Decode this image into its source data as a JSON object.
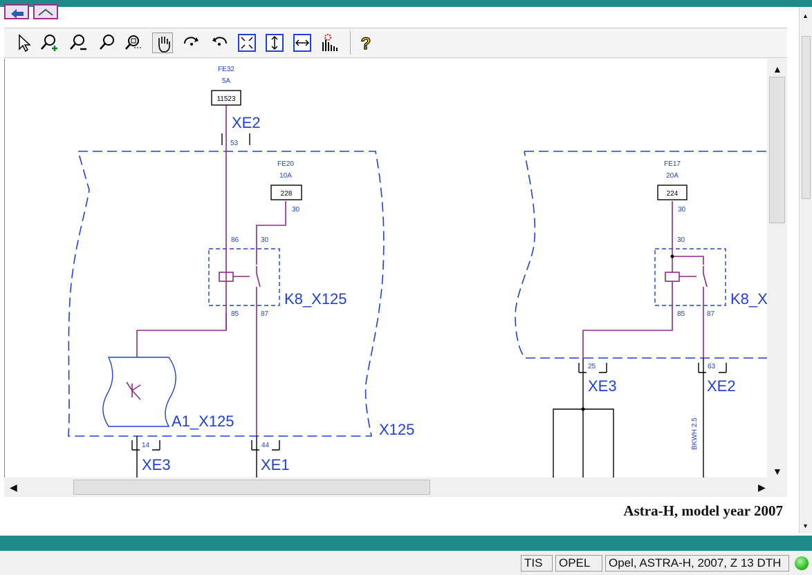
{
  "window": {
    "nav_back_icon": "back-arrow-icon",
    "nav_forward_icon": "forward-icon"
  },
  "toolbar": {
    "tools": [
      {
        "name": "select-pointer-icon"
      },
      {
        "name": "zoom-in-icon"
      },
      {
        "name": "zoom-out-icon"
      },
      {
        "name": "zoom-icon"
      },
      {
        "name": "zoom-window-icon"
      },
      {
        "name": "pan-hand-icon",
        "pressed": true
      },
      {
        "name": "rotate-clockwise-icon"
      },
      {
        "name": "rotate-counterclockwise-icon"
      },
      {
        "name": "fit-all-icon"
      },
      {
        "name": "fit-height-icon"
      },
      {
        "name": "fit-width-icon"
      },
      {
        "name": "highlight-circuit-icon"
      },
      {
        "name": "help-icon"
      }
    ]
  },
  "diagram": {
    "fuse_fe32": {
      "label": "FE32",
      "rating": "5A",
      "number": "11523"
    },
    "fuse_fe20": {
      "label": "FE20",
      "rating": "10A",
      "number": "228",
      "pin": "30"
    },
    "fuse_fe17": {
      "label": "FE17",
      "rating": "20A",
      "number": "224",
      "pin": "30"
    },
    "connectors": {
      "xe2_top": {
        "name": "XE2",
        "pin": "53"
      },
      "xe3_left": {
        "name": "XE3",
        "pin": "14"
      },
      "xe1": {
        "name": "XE1",
        "pin": "44"
      },
      "xe3_right": {
        "name": "XE3",
        "pin": "25"
      },
      "xe2_right": {
        "name": "XE2",
        "pin": "63"
      }
    },
    "relay_left": {
      "name": "K8_X125",
      "pin_86": "86",
      "pin_30": "30",
      "pin_85": "85",
      "pin_87": "87"
    },
    "relay_right": {
      "name": "K8_X",
      "pin_30": "30",
      "pin_85": "85",
      "pin_87": "87"
    },
    "module": {
      "name": "A1_X125"
    },
    "box_label": "X125",
    "wire_label": "BKWH 2.5"
  },
  "caption": "Astra-H, model year 2007",
  "status": {
    "system": "TIS",
    "brand": "OPEL",
    "vehicle": "Opel, ASTRA-H, 2007, Z 13 DTH",
    "led_color": "#2fbf28"
  },
  "colors": {
    "wire": "#8b2a8b",
    "boundary": "#1f3fd6",
    "teal": "#1f8a8a"
  }
}
